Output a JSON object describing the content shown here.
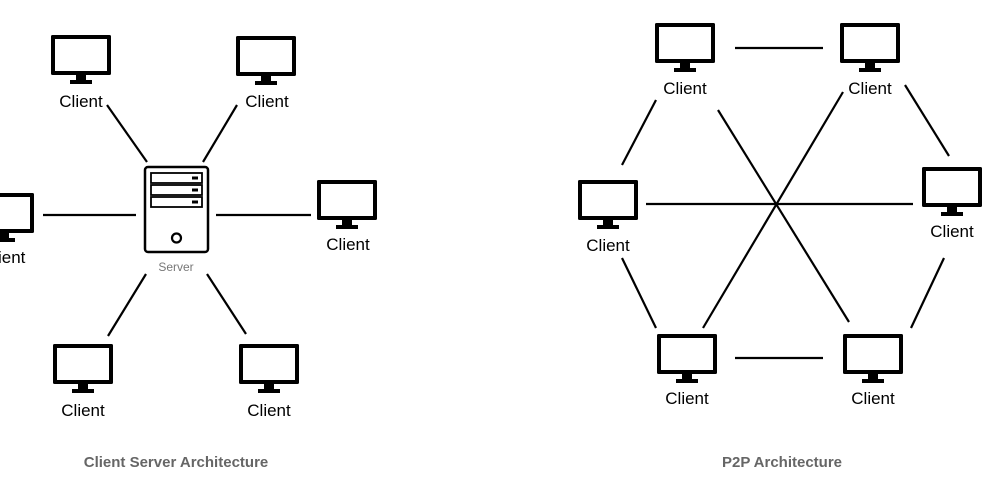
{
  "client_server": {
    "caption": "Client Server Architecture",
    "server_label": "Server",
    "clients": [
      {
        "label": "Client"
      },
      {
        "label": "Client"
      },
      {
        "label": "ient"
      },
      {
        "label": "Client"
      },
      {
        "label": "Client"
      },
      {
        "label": "Client"
      }
    ]
  },
  "p2p": {
    "caption": "P2P Architecture",
    "peers": [
      {
        "label": "Client"
      },
      {
        "label": "Client"
      },
      {
        "label": "Client"
      },
      {
        "label": "Client"
      },
      {
        "label": "Client"
      },
      {
        "label": "Client"
      }
    ]
  },
  "icons": {
    "client": "monitor-icon",
    "server": "server-tower-icon"
  },
  "colors": {
    "stroke": "#000000",
    "caption": "#666666",
    "server_label": "#777777",
    "background": "#ffffff"
  }
}
